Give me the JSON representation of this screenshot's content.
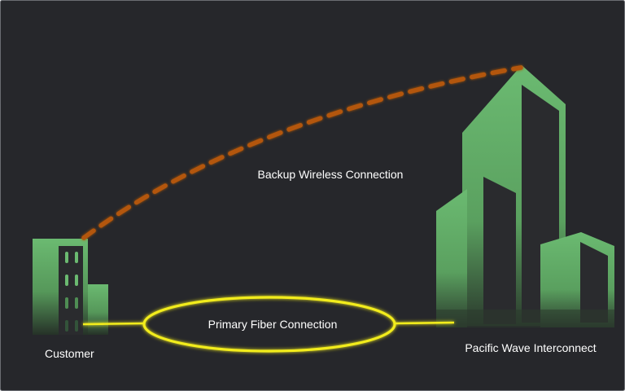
{
  "diagram": {
    "labels": {
      "backup": "Backup Wireless Connection",
      "primary": "Primary Fiber Connection",
      "customer": "Customer",
      "interconnect": "Pacific Wave Interconnect"
    },
    "colors": {
      "background": "#26272b",
      "frame": "#6b6d72",
      "building": "#66b36c",
      "building_dark": "#2a2b2e",
      "fiber": "#f2ec1e",
      "wireless": "#b3560d",
      "text": "#ffffff"
    },
    "links": [
      {
        "id": "wireless",
        "style": "dashed",
        "from": "customer",
        "to": "interconnect"
      },
      {
        "id": "fiber",
        "style": "solid",
        "from": "customer",
        "to": "interconnect"
      }
    ]
  }
}
